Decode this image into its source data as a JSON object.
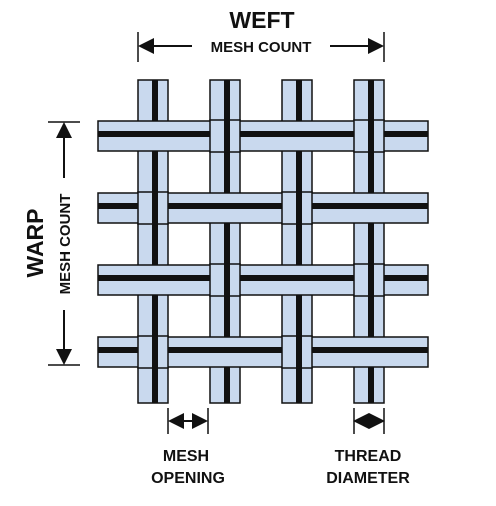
{
  "weft": {
    "title": "WEFT",
    "subtitle": "MESH COUNT"
  },
  "warp": {
    "title": "WARP",
    "subtitle": "MESH COUNT"
  },
  "mesh_opening": {
    "line1": "MESH",
    "line2": "OPENING"
  },
  "thread_diameter": {
    "line1": "THREAD",
    "line2": "DIAMETER"
  },
  "colors": {
    "thread_fill": "#c9d9ee",
    "thread_stripe": "#111111",
    "thread_outline": "#111111",
    "background": "#ffffff"
  }
}
